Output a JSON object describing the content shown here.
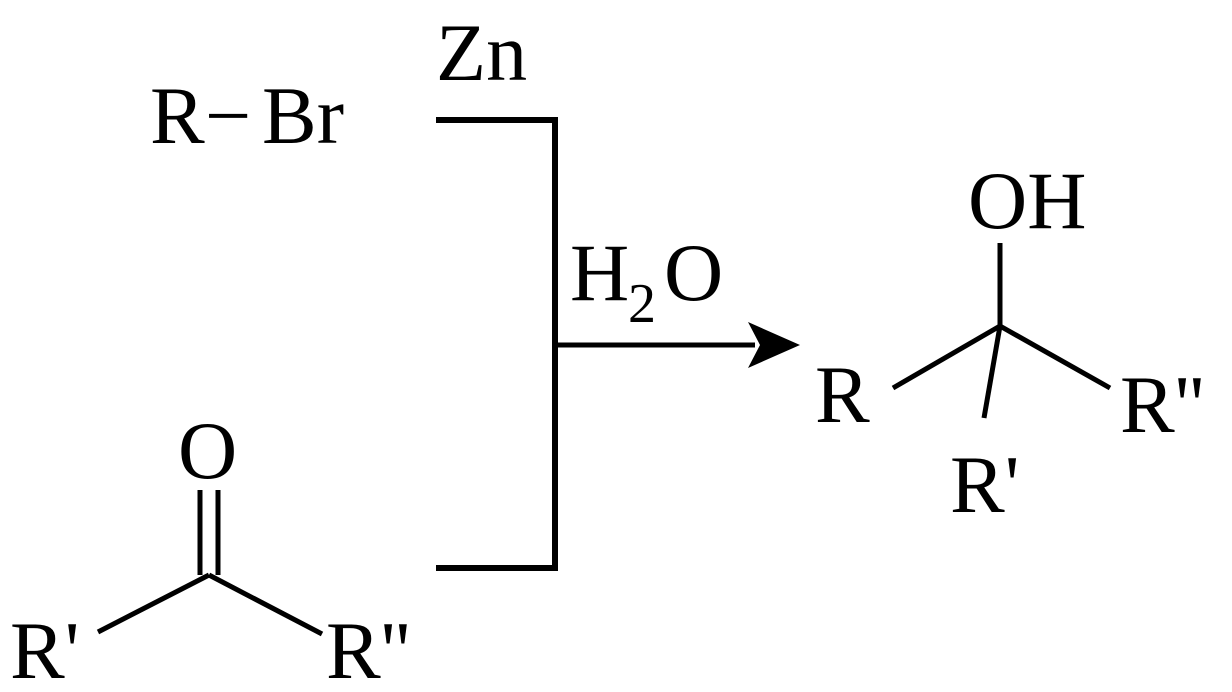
{
  "reactant_halide": {
    "r": "R",
    "dash": "−",
    "br": "Br"
  },
  "reagent_zn": "Zn",
  "reagent_water": {
    "h": "H",
    "sub": "2",
    "o": "O"
  },
  "ketone": {
    "oxygen": "O",
    "left_group": "R'",
    "right_group": "R''"
  },
  "product": {
    "hydroxyl": "OH",
    "left_group": "R",
    "bottom_group": "R'",
    "right_group": "R''"
  },
  "colors": {
    "ink": "#000000",
    "background": "#ffffff"
  }
}
